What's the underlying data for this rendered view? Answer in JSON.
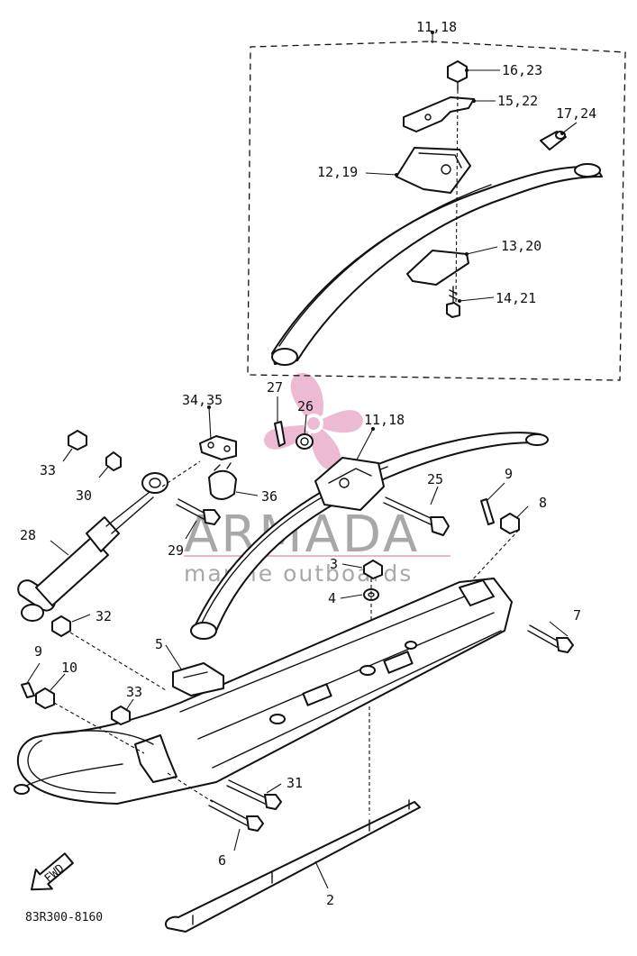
{
  "diagram": {
    "part_code": "83R300-8160",
    "fwd_label": "FWD",
    "callouts": {
      "c_11_18_top": "11,18",
      "c_16_23": "16,23",
      "c_15_22": "15,22",
      "c_17_24": "17,24",
      "c_12_19": "12,19",
      "c_13_20": "13,20",
      "c_14_21": "14,21",
      "c_27": "27",
      "c_34_35": "34,35",
      "c_26": "26",
      "c_11_18_mid": "11,18",
      "c_33_top": "33",
      "c_30": "30",
      "c_36": "36",
      "c_25": "25",
      "c_9_right": "9",
      "c_8": "8",
      "c_28": "28",
      "c_29": "29",
      "c_3": "3",
      "c_4": "4",
      "c_7": "7",
      "c_32": "32",
      "c_5": "5",
      "c_9_left": "9",
      "c_10": "10",
      "c_33_mid": "33",
      "c_31": "31",
      "c_6": "6",
      "c_2": "2"
    }
  },
  "watermark": {
    "brand": "ARMADA",
    "tagline": "marine outboards",
    "brand_color": "#9a9a9a",
    "logo_color": "#e6a3c4"
  }
}
